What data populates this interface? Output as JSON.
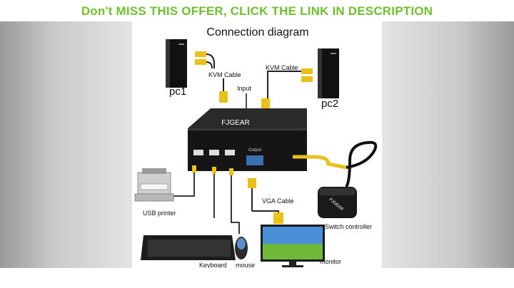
{
  "banner": {
    "text": "Don't MISS THIS OFFER, CLICK THE LINK IN DESCRIPTION",
    "color": "#6fbf2f"
  },
  "diagram": {
    "title": "Connection diagram",
    "labels": {
      "pc1": "pc1",
      "pc2": "pc2",
      "kvm_cable_left": "KVM Cable",
      "kvm_cable_right": "KVM Cable",
      "input": "Input",
      "brand": "FJGEAR",
      "output": "Output",
      "vga_cable": "VGA Cable",
      "usb_printer": "USB printer",
      "switch_controller": "Switch controller",
      "monitor": "monitor",
      "keyboard": "Keyboard",
      "mouse": "mouse",
      "remote_brand": "FJGEAR"
    },
    "colors": {
      "cable_yellow": "#e8c21a",
      "device_black": "#1a1a1a",
      "line": "#333333"
    }
  }
}
